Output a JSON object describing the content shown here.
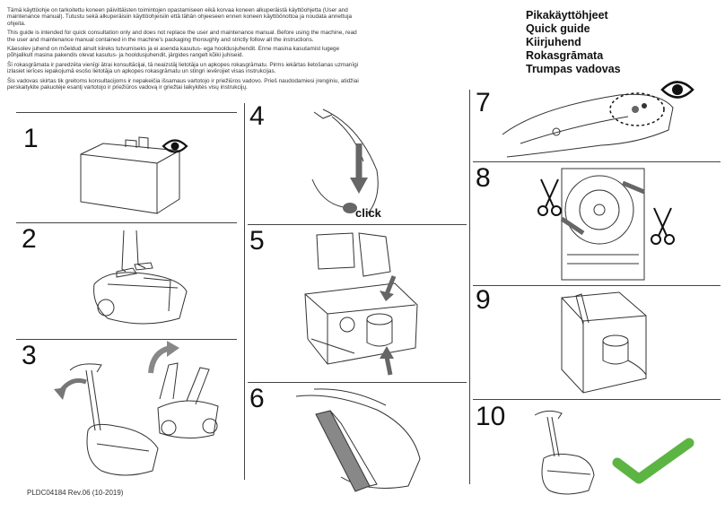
{
  "intro": {
    "p1": "Tämä käyttöohje on tarkoitettu koneen päivittäisten toimintojen opastamiseen eikä korvaa koneen alkuperäistä käyttöohjetta (User and maintenance manual). Tutustu sekä alkuperäisiin käyttöohjeisiin että tähän ohjeeseen ennen koneen käyttöönottoa ja noudata annettuja ohjeita.",
    "p2": "This guide is intended for quick consultation only and does not replace the user and maintenance manual. Before using the machine, read the user and maintenance manual contained in the machine's packaging thoroughly and strictly follow all the instructions.",
    "p3": "Käesolev juhend on mõeldud ainult kiireks tutvumiseks ja ei asenda kasutus- ega hooldusjuhendit. Enne masina kasutamist lugege põhjalikult masina pakendis olevat kasutus- ja hooldusjuhendit, järgides rangelt kõiki juhiseid.",
    "p4": "Šī rokasgrāmata ir paredzēta vienīgi ātrai konsultācijai, tā neaizstāj lietotāja un apkopes rokasgrāmatu. Pirms iekārtas lietošanas uzmanīgi izlasiet ierīces iepakojumā esošo lietotāja un apkopes rokasgrāmatu un stingri ievērojiet visas instrukcijas.",
    "p5": "Šis vadovas skirtas tik greitoms konsultacijoms ir nepakeičia išsamaus vartotojo ir priežiūros vadovo. Prieš naudodamiesi įrenginiu, atidžiai perskaitykite pakuotėje esantį vartotojo ir priežiūros vadovą ir griežtai laikykitės visų instrukcijų."
  },
  "titles": [
    "Pikakäyttöhjeet",
    "Quick guide",
    "Kiirjuhend",
    "Rokasgrāmata",
    "Trumpas vadovas"
  ],
  "steps": [
    "1",
    "2",
    "3",
    "4",
    "5",
    "6",
    "7",
    "8",
    "9",
    "10"
  ],
  "step4_label": "click",
  "footer": "PLDC04184 Rev.06 (10-2019)",
  "icons": [
    "eye-icon",
    "scissors-icon",
    "checkmark-icon",
    "rotate-arrow-icon"
  ],
  "colors": {
    "checkmark": "#5cb543",
    "line": "#444444",
    "text": "#222222"
  }
}
